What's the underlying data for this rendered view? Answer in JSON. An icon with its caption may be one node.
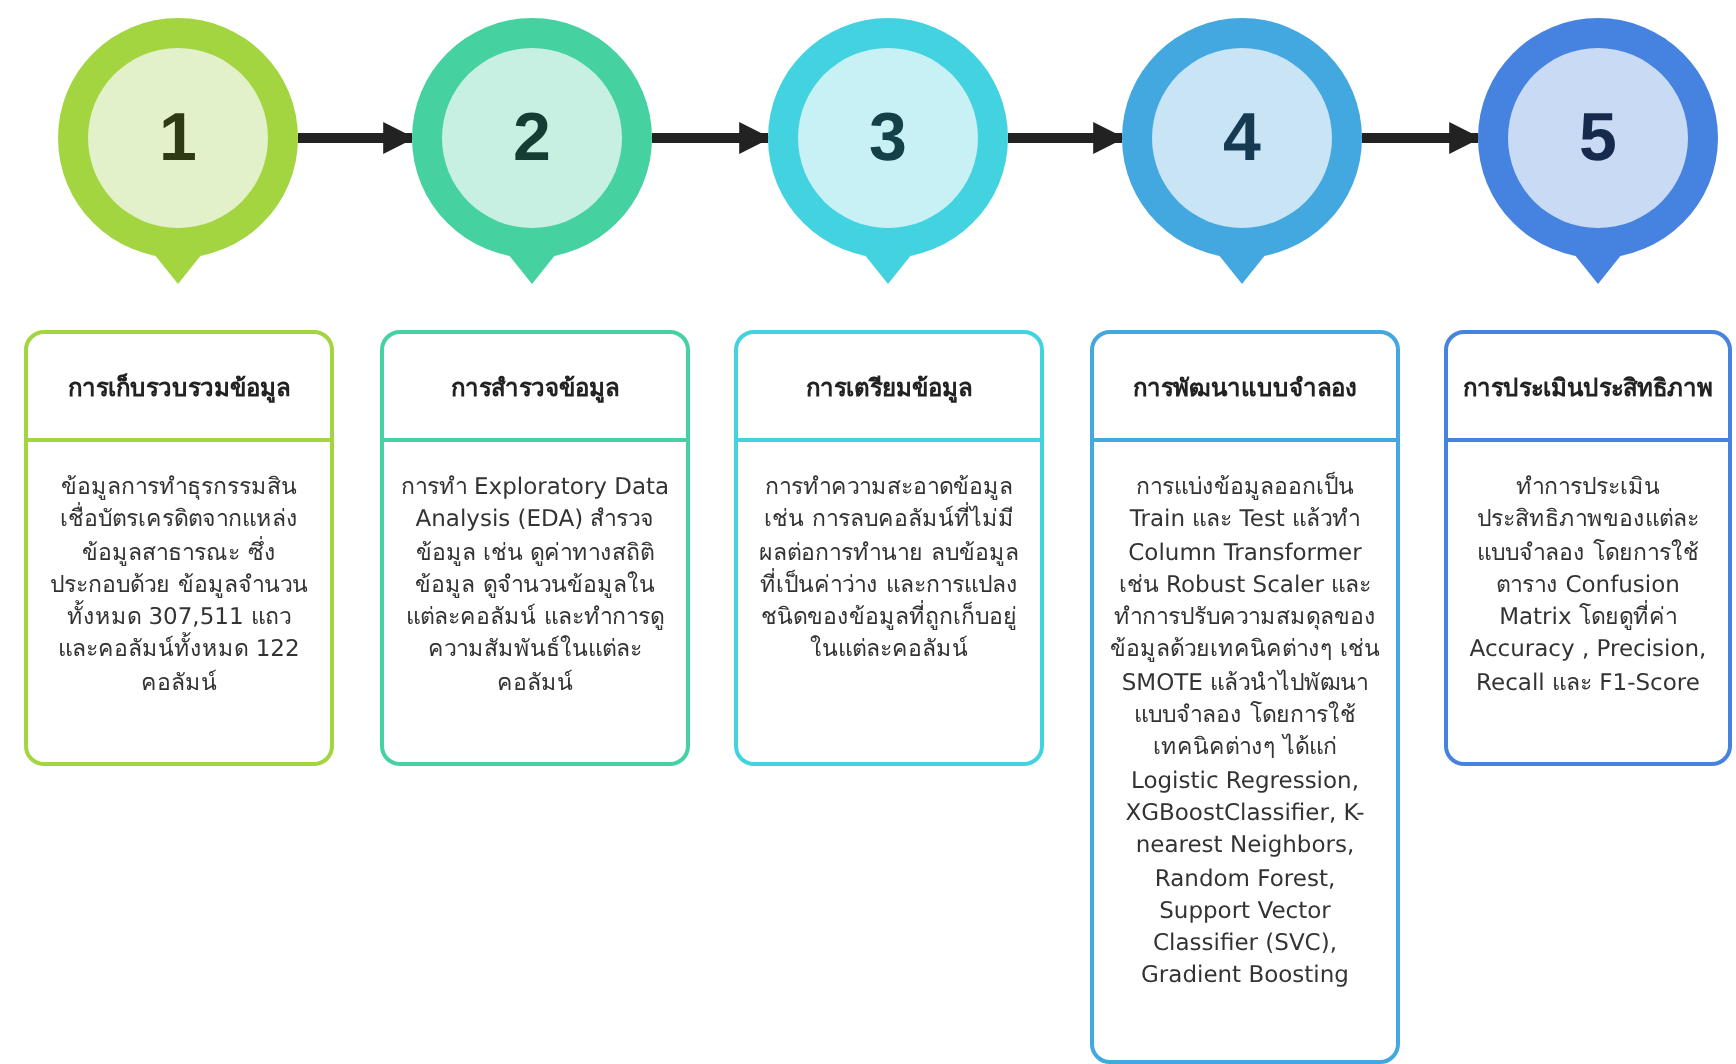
{
  "diagram": {
    "nodes": [
      {
        "text": [
          "1"
        ]
      },
      {
        "text": [
          "2"
        ]
      },
      {
        "text": [
          "3"
        ]
      },
      {
        "text": [
          "4"
        ]
      },
      {
        "text": [
          "5"
        ]
      },
      {
        "text": [
          "การเก็บรวบรวมข้อมูล",
          "ข้อมูลการทำธุรกรรมสินเชื่อบัตรเครดิตจากแหล่งข้อมูลสาธารณะ ซึ่งประกอบด้วย ข้อมูลจำนวนทั้งหมด 307,511 แถว และคอลัมน์ทั้งหมด 122 คอลัมน์"
        ]
      },
      {
        "text": [
          "การสำรวจข้อมูล",
          "การทำ Exploratory Data Analysis (EDA) สำรวจข้อมูล เช่น ดูค่าทางสถิติข้อมูล ดูจำนวนข้อมูลในแต่ละคอลัมน์ และทำการดูความสัมพันธ์ในแต่ละคอลัมน์"
        ]
      },
      {
        "text": [
          "การเตรียมข้อมูล",
          "การทำความสะอาดข้อมูล เช่น การลบคอลัมน์ที่ไม่มีผลต่อการทำนาย ลบข้อมูลที่เป็นค่าว่าง และการแปลงชนิดของข้อมูลที่ถูกเก็บอยู่ในแต่ละคอลัมน์"
        ]
      },
      {
        "text": [
          "การพัฒนาแบบจำลอง",
          "การแบ่งข้อมูลออกเป็น Train และ Test แล้วทำ Column Transformer เช่น Robust Scaler และทำการปรับความสมดุลของข้อมูลด้วยเทคนิคต่างๆ เช่น SMOTE แล้วนำไปพัฒนาแบบจำลอง โดยการใช้เทคนิคต่างๆ ได้แก่ Logistic Regression, XGBoostClassifier, K-nearest Neighbors, Random Forest, Support Vector Classifier (SVC), Gradient Boosting"
        ]
      },
      {
        "text": [
          "การประเมินประสิทธิภาพ",
          "ทำการประเมินประสิทธิภาพของแต่ละแบบจำลอง โดยการใช้ตาราง Confusion Matrix โดยดูที่ค่า Accuracy , Precision, Recall และ F1-Score"
        ]
      }
    ],
    "edges": [
      {
        "from": 0,
        "to": 1,
        "arrow": "to"
      },
      {
        "from": 1,
        "to": 2,
        "arrow": "to"
      },
      {
        "from": 2,
        "to": 3,
        "arrow": "to"
      },
      {
        "from": 3,
        "to": 4,
        "arrow": "to"
      }
    ]
  }
}
